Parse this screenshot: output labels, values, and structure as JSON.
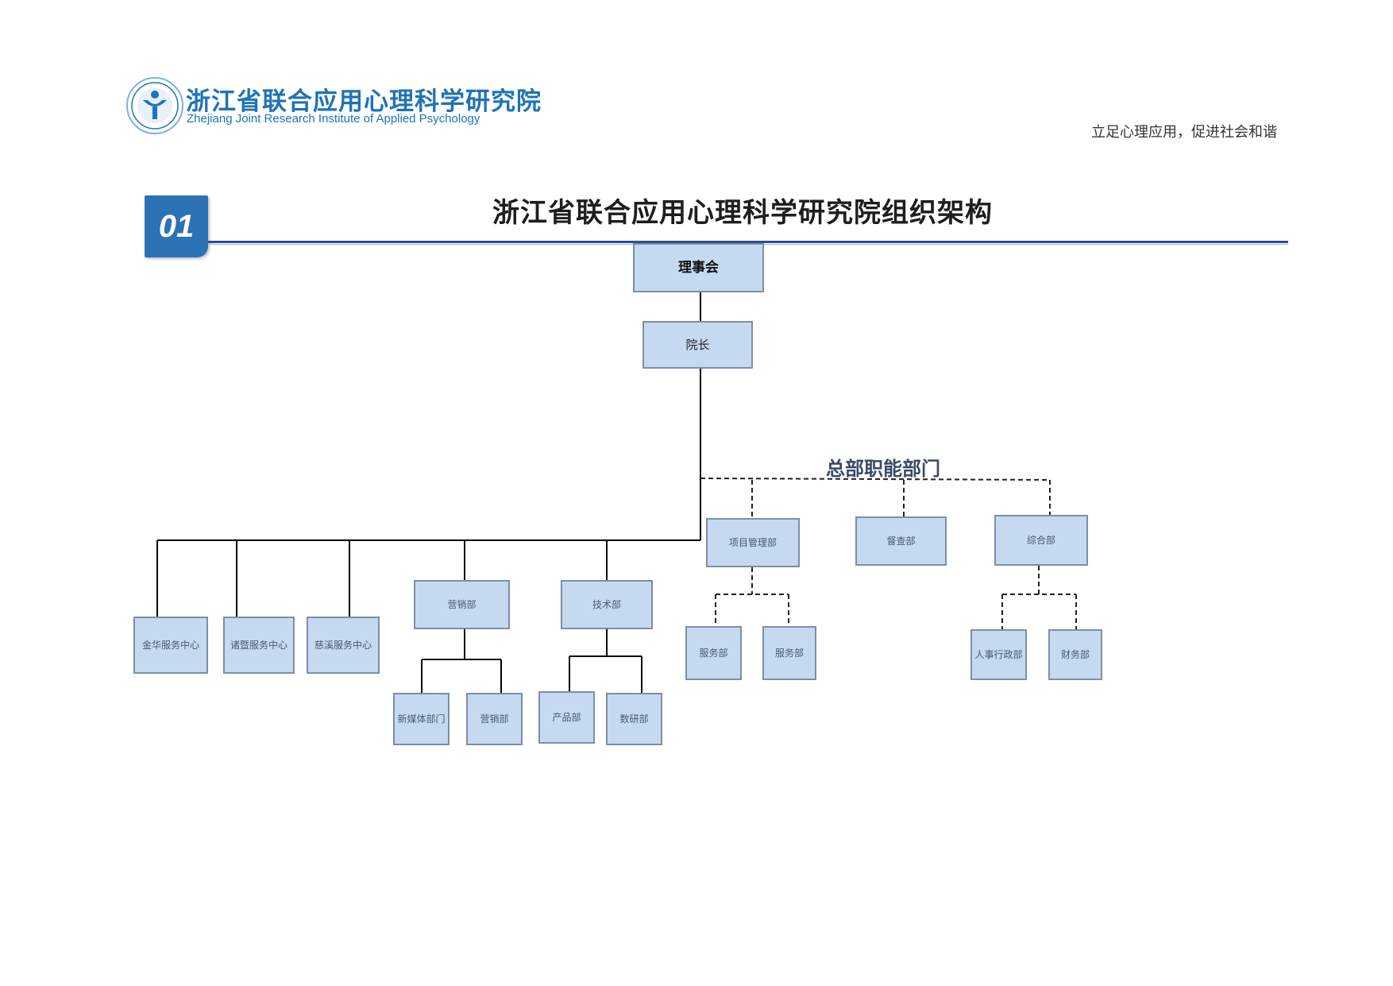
{
  "header": {
    "org_name_cn": "浙江省联合应用心理科学研究院",
    "org_name_en": "Zhejiang Joint Research Institute of Applied Psychology",
    "slogan": "立足心理应用，促进社会和谐",
    "logo_icon": "institute-logo-icon"
  },
  "section": {
    "number": "01",
    "title": "浙江省联合应用心理科学研究院组织架构"
  },
  "colors": {
    "brand_blue": "#1f73b8",
    "badge_blue": "#2b72b6",
    "node_fill": "#c5d9f0",
    "node_border": "#7d8fa3"
  },
  "org": {
    "board": "理事会",
    "president": "院长",
    "hq_label": "总部职能部门",
    "centers": [
      "金华服务中心",
      "诸暨服务中心",
      "慈溪服务中心"
    ],
    "marketing": {
      "name": "营销部",
      "children": [
        "新媒体部门",
        "营销部"
      ]
    },
    "tech": {
      "name": "技术部",
      "children": [
        "产品部",
        "数研部"
      ]
    },
    "project": {
      "name": "项目管理部",
      "children": [
        "服务部",
        "服务部"
      ]
    },
    "quality": "督查部",
    "general": {
      "name": "综合部",
      "children": [
        "人事行政部",
        "财务部"
      ]
    }
  }
}
